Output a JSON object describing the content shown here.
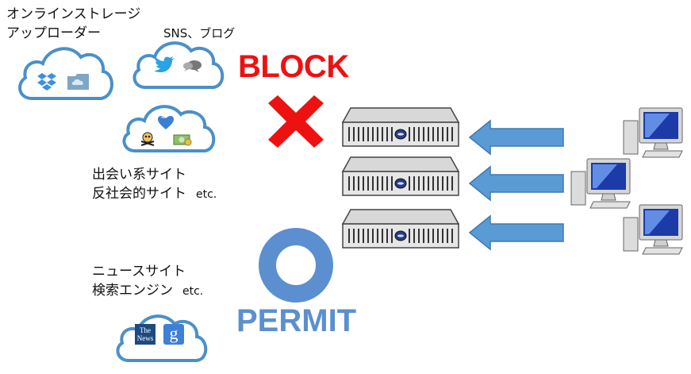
{
  "labels": {
    "storage_line1": "オンラインストレージ",
    "storage_line2": "アップローダー",
    "sns": "SNS、ブログ",
    "block": "BLOCK",
    "dating_line1": "出会い系サイト",
    "dating_line2": "反社会的サイト",
    "dating_etc": "etc.",
    "news_line1": "ニュースサイト",
    "news_line2": "検索エンジン",
    "news_etc": "etc.",
    "permit": "PERMIT"
  },
  "icons": {
    "news_logo_line1": "The",
    "news_logo_line2": "News",
    "google_logo": "g"
  },
  "colors": {
    "block": "#ee1111",
    "permit": "#5b8fd0",
    "cloud_stroke": "#4a90c8",
    "arrow": "#5b9bd5",
    "arrow_stroke": "#3f78b5"
  }
}
